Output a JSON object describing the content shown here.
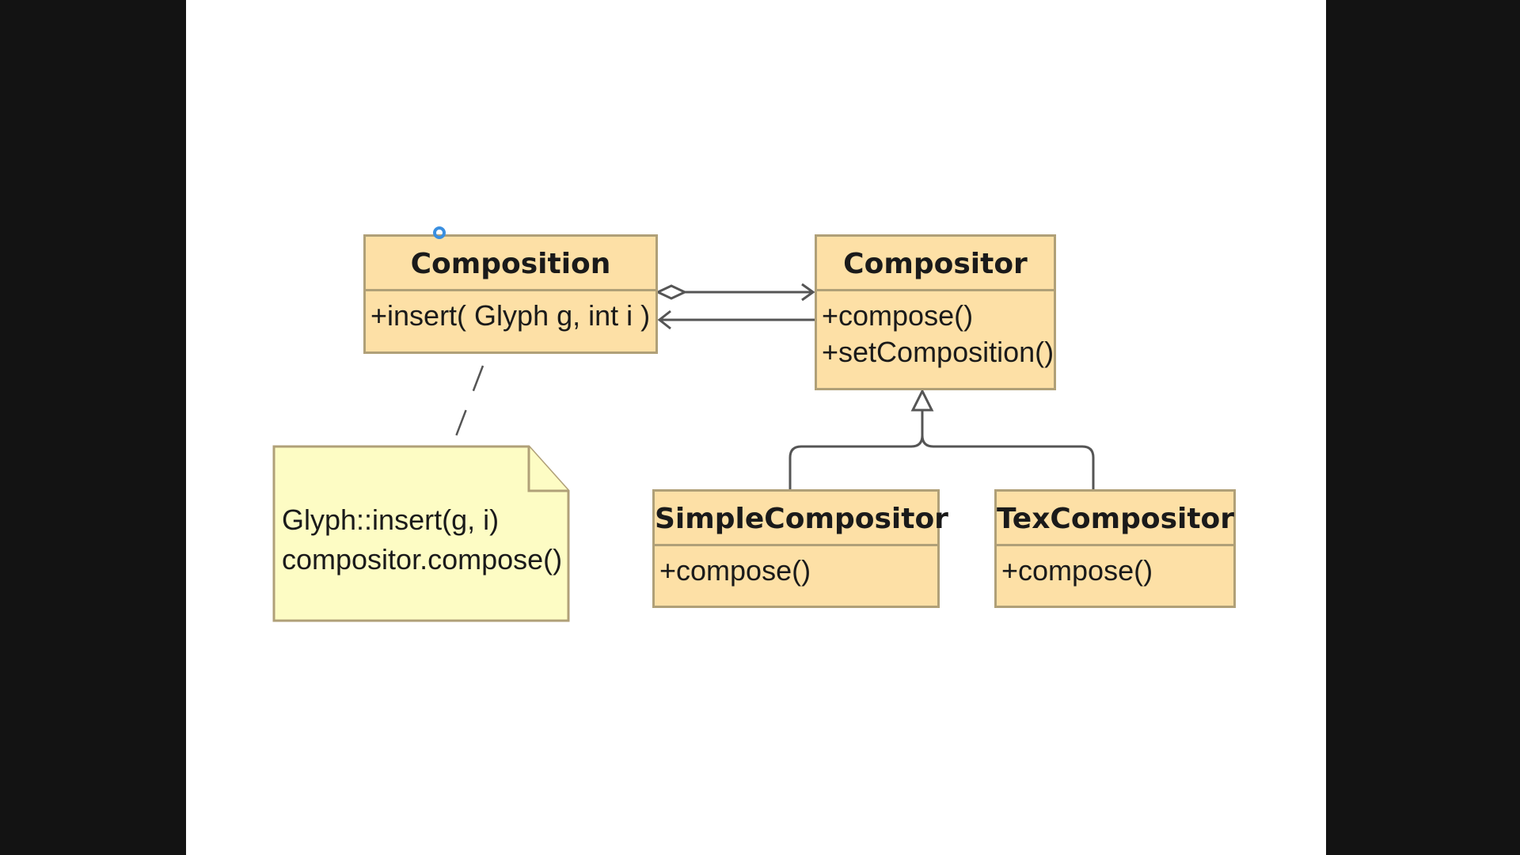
{
  "diagram": {
    "classes": {
      "composition": {
        "name": "Composition",
        "operations": [
          "+insert( Glyph g, int i )"
        ]
      },
      "compositor": {
        "name": "Compositor",
        "operations": [
          "+compose()",
          "+setComposition()"
        ]
      },
      "simple_compositor": {
        "name": "SimpleCompositor",
        "operations": [
          "+compose()"
        ]
      },
      "tex_compositor": {
        "name": "TexCompositor",
        "operations": [
          "+compose()"
        ]
      }
    },
    "note": {
      "lines": [
        "Glyph::insert(g, i)",
        "compositor.compose()"
      ]
    }
  },
  "colors": {
    "class_fill": "#fde0a6",
    "class_border": "#b0a078",
    "note_fill": "#fdfcc4",
    "line": "#555555",
    "side_bars": "#131313"
  }
}
